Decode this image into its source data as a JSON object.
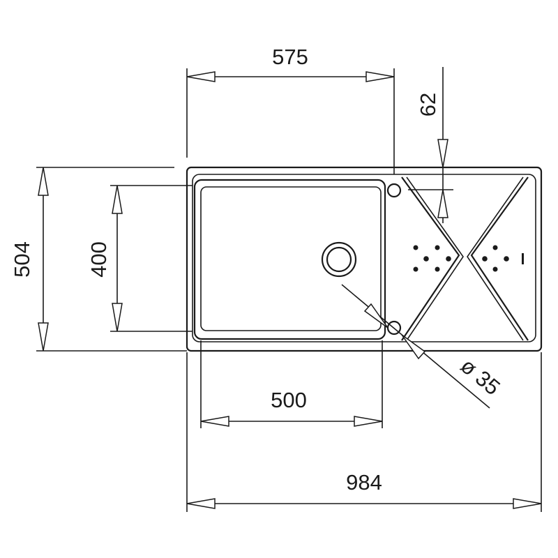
{
  "drawing": {
    "dimensions": {
      "top_width": "575",
      "drainer_offset": "62",
      "overall_depth": "504",
      "bowl_depth": "400",
      "bowl_width": "500",
      "overall_width": "984",
      "drain_diameter": "ø 35"
    },
    "colors": {
      "line": "#1a1a1a",
      "background": "#ffffff"
    }
  }
}
